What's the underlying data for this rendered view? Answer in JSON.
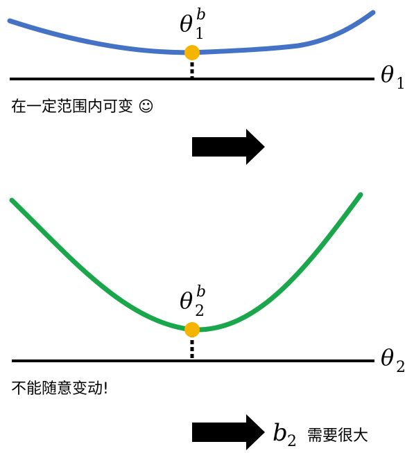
{
  "panel1": {
    "caption": "在一定范围内可变 ☺",
    "axis_label": "θ",
    "axis_label_sub": "1",
    "point_label": "θ",
    "point_label_sup": "b",
    "point_label_sub": "1",
    "curve_color": "#4472c4"
  },
  "panel2": {
    "caption": "不能随意变动!",
    "axis_label": "θ",
    "axis_label_sub": "2",
    "point_label": "θ",
    "point_label_sup": "b",
    "point_label_sub": "2",
    "curve_color": "#1aa64b"
  },
  "bottom_arrow": {
    "label": "b",
    "label_sub": "2",
    "note": "需要很大"
  },
  "colors": {
    "point": "#f4b400",
    "axis": "#000000",
    "arrow": "#000000"
  },
  "icons": [
    "right-arrow-icon",
    "smiley-icon"
  ]
}
